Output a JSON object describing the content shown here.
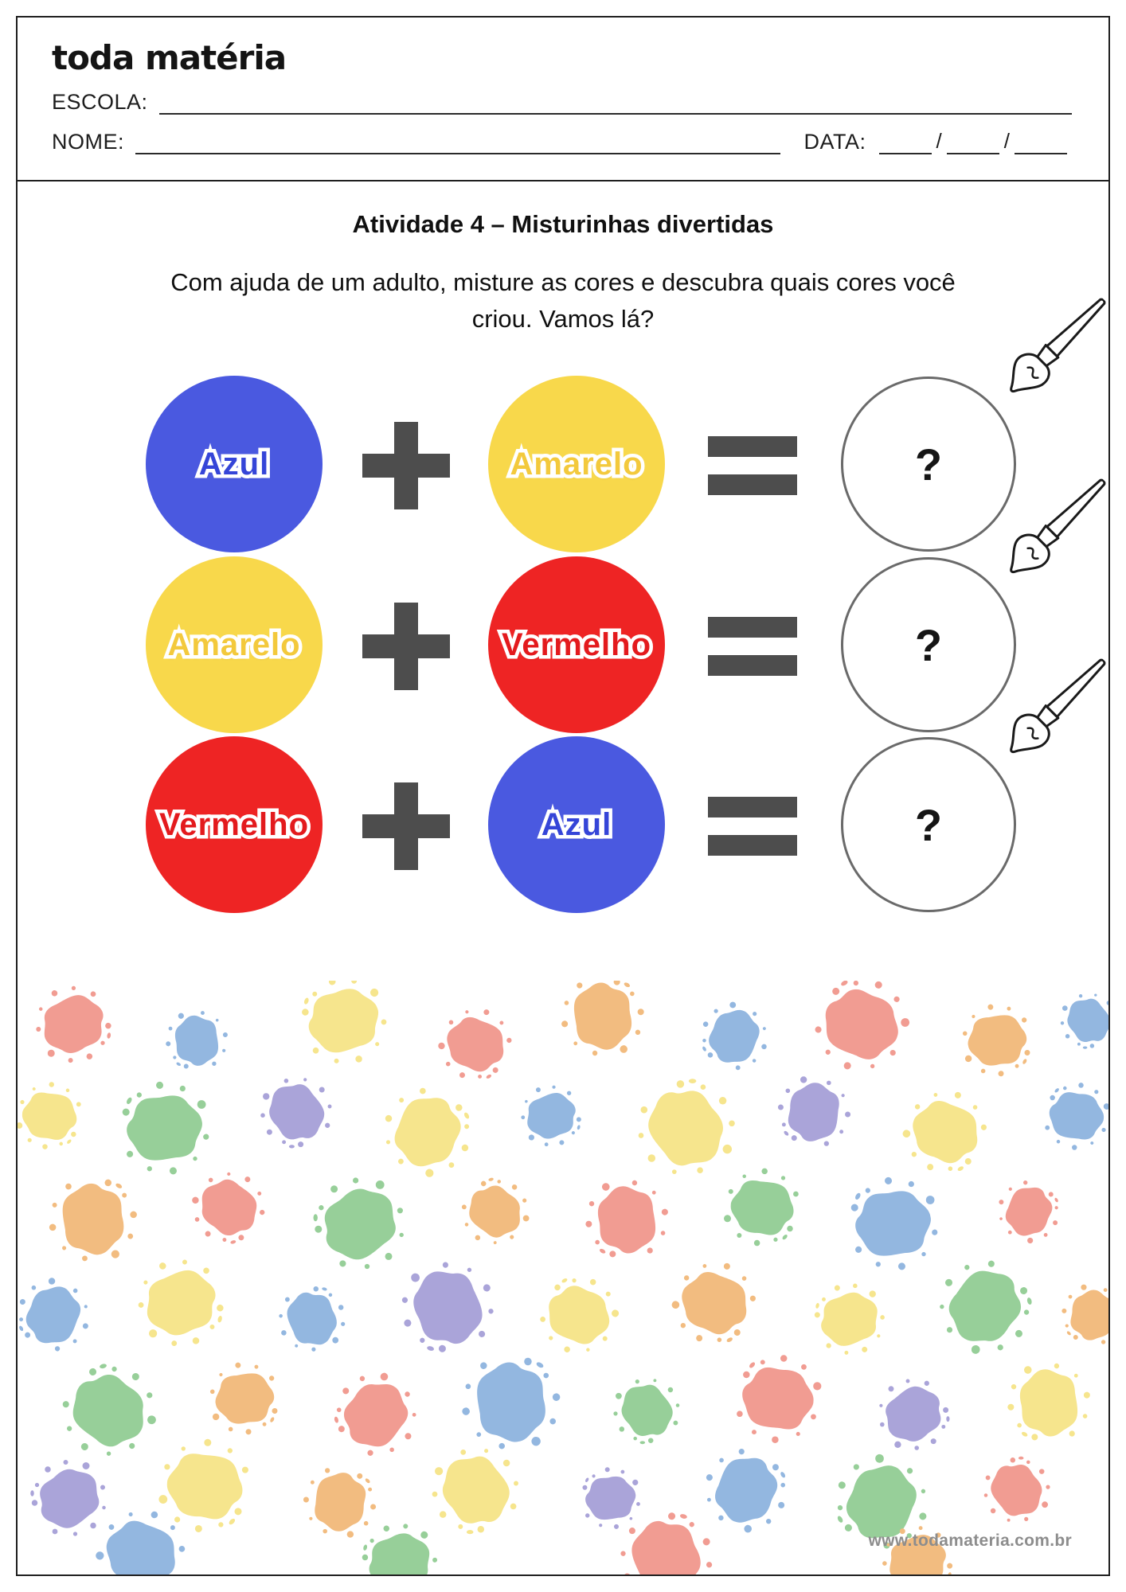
{
  "brand": {
    "logo_text": "toda matéria"
  },
  "form": {
    "school_label": "ESCOLA:",
    "name_label": "NOME:",
    "date_label": "DATA:",
    "date_separator": "/"
  },
  "activity": {
    "title": "Atividade 4  – Misturinhas divertidas",
    "instructions_lines": [
      "Com ajuda de um adulto, misture as cores e descubra quais cores você",
      "criou. Vamos lá?"
    ],
    "operators": {
      "plus": "+",
      "equals": "="
    },
    "palette": {
      "azul": {
        "fill": "#4a59e0",
        "label": "#3545d8"
      },
      "amarelo": {
        "fill": "#f8d84b",
        "label": "#f3c93c"
      },
      "vermelho": {
        "fill": "#ee2424",
        "label": "#e31a1d"
      }
    },
    "rows": [
      {
        "left": {
          "label": "Azul"
        },
        "right": {
          "label": "Amarelo"
        },
        "result": "?"
      },
      {
        "left": {
          "label": "Amarelo"
        },
        "right": {
          "label": "Vermelho"
        },
        "result": "?"
      },
      {
        "left": {
          "label": "Vermelho"
        },
        "right": {
          "label": "Azul"
        },
        "result": "?"
      }
    ]
  },
  "footer": {
    "url": "www.todamateria.com.br"
  },
  "theme": {
    "operator-gray": "#4d4d4d",
    "line-color": "#1f1f1f",
    "url-gray": "#8d8d8d",
    "result-outline": "#6a6a6a"
  },
  "decor": {
    "splat_colors": [
      "#93b7e0",
      "#f19c92",
      "#f6e58d",
      "#97cf99",
      "#f2bc80",
      "#aaa4d9"
    ]
  }
}
